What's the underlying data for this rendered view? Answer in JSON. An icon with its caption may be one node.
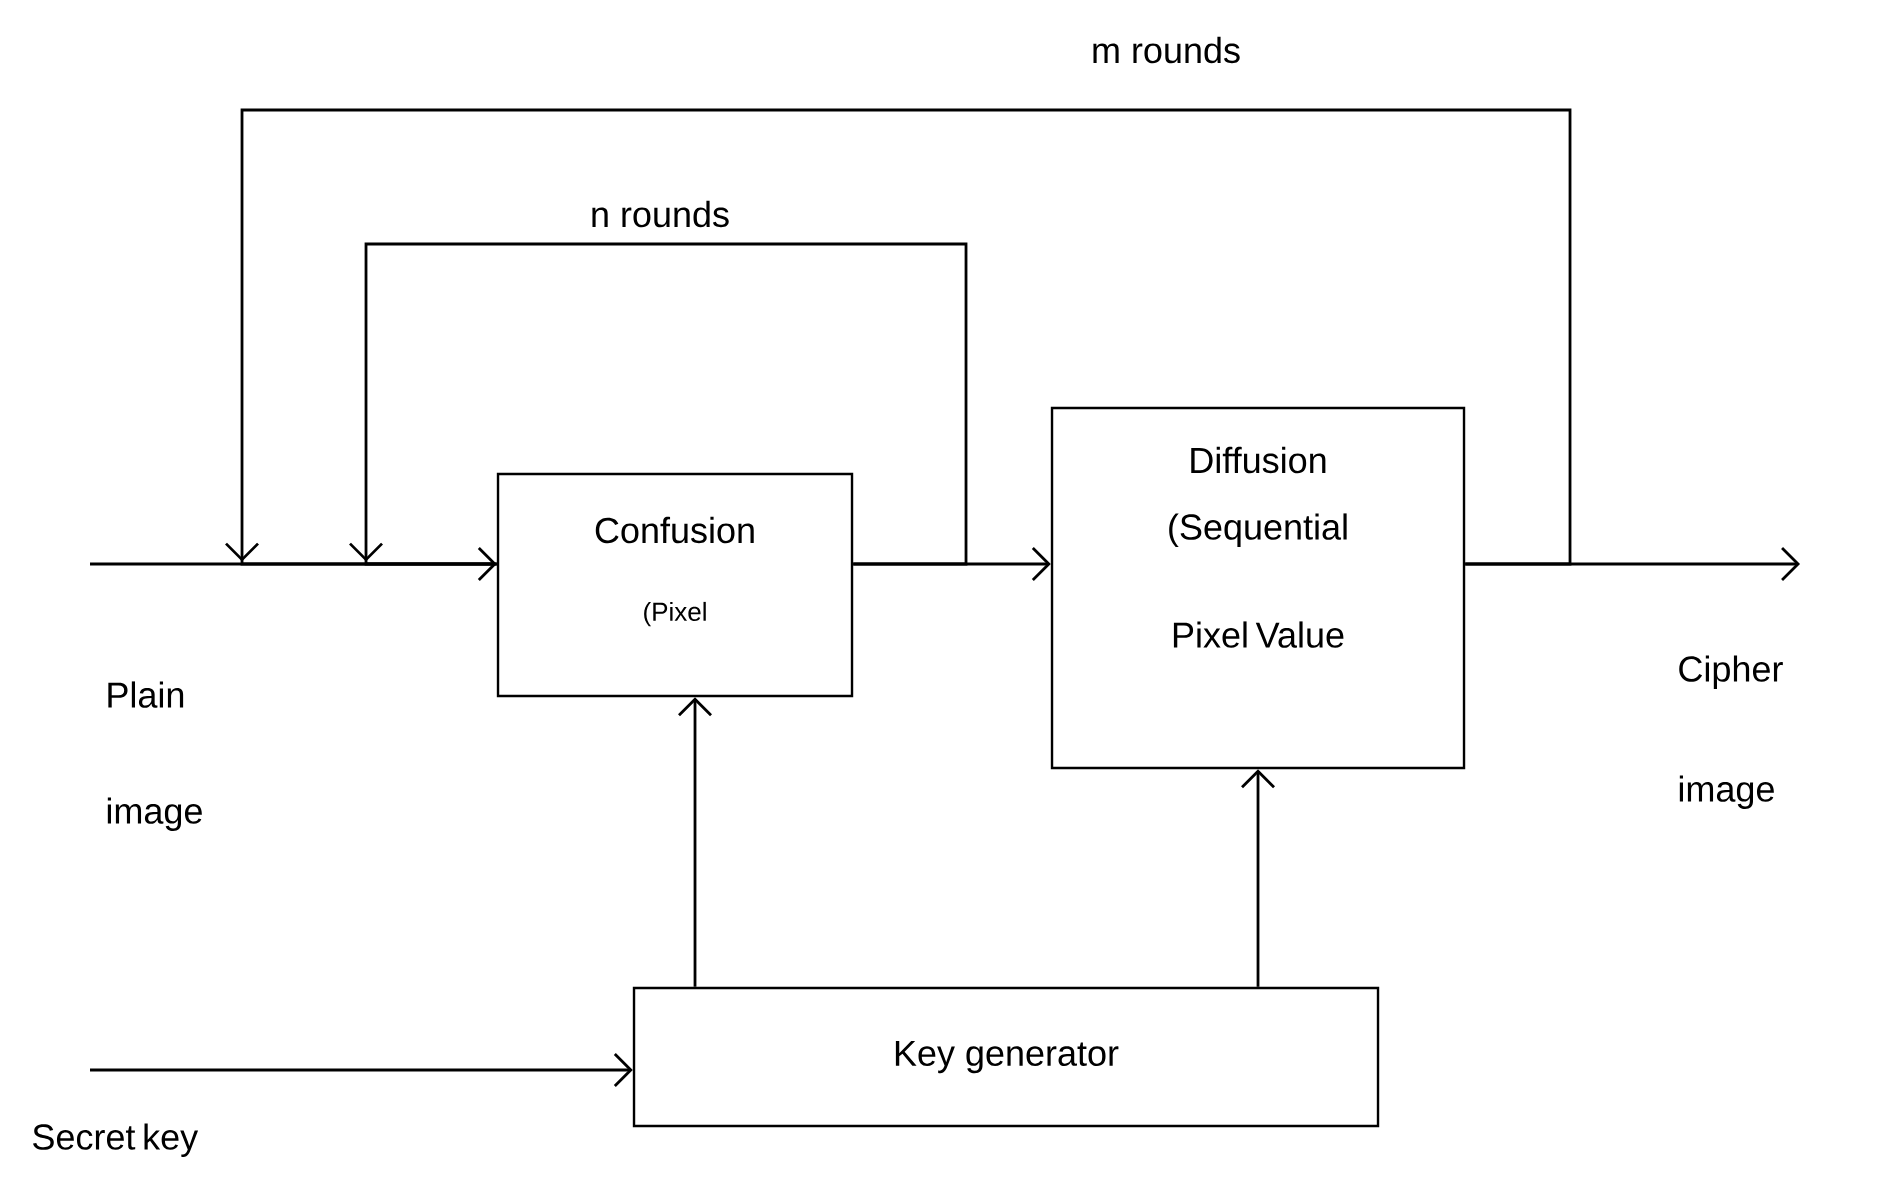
{
  "diagram": {
    "nodes": [
      {
        "text": [
          "Confusion",
          "(Pixel"
        ]
      },
      {
        "text": [
          "Diffusion",
          "(Sequential Pixel Value"
        ]
      },
      {
        "text": [
          "Key generator"
        ]
      },
      {
        "text": [
          "Plain image"
        ]
      },
      {
        "text": [
          "Cipher image"
        ]
      },
      {
        "text": [
          "Secret key"
        ]
      }
    ],
    "edges": [
      {
        "from": 3,
        "to": 0,
        "arrow": "to"
      },
      {
        "from": 0,
        "to": 1,
        "arrow": "to"
      },
      {
        "from": 1,
        "to": 4,
        "arrow": "to"
      },
      {
        "from": 5,
        "to": 2,
        "arrow": "to"
      },
      {
        "from": 2,
        "to": 0,
        "arrow": "to"
      },
      {
        "from": 2,
        "to": 1,
        "arrow": "to"
      },
      {
        "from": 0,
        "to": 0,
        "arrow": "to",
        "label": "n rounds"
      },
      {
        "from": 1,
        "to": 0,
        "arrow": "to",
        "label": "m rounds"
      }
    ]
  }
}
